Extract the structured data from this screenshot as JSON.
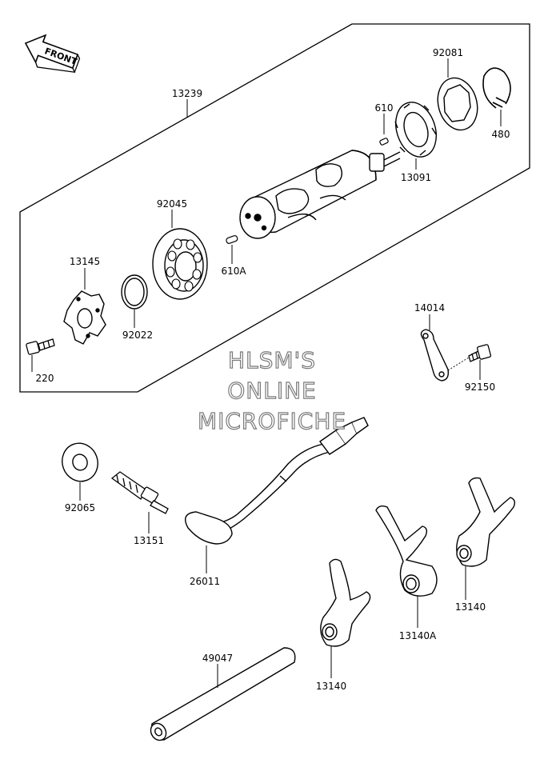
{
  "front_label": "FRONT",
  "watermark": {
    "line1": "HLSM'S",
    "line2": "ONLINE",
    "line3": "MICROFICHE"
  },
  "parts": {
    "p13239": "13239",
    "p92081": "92081",
    "p610": "610",
    "p480": "480",
    "p13091": "13091",
    "p92045": "92045",
    "p610a": "610A",
    "p13145": "13145",
    "p92022": "92022",
    "p220": "220",
    "p14014": "14014",
    "p92150": "92150",
    "p92065": "92065",
    "p13151": "13151",
    "p26011": "26011",
    "p13140a": "13140A",
    "p13140_right": "13140",
    "p13140_bottom": "13140",
    "p49047": "49047"
  }
}
